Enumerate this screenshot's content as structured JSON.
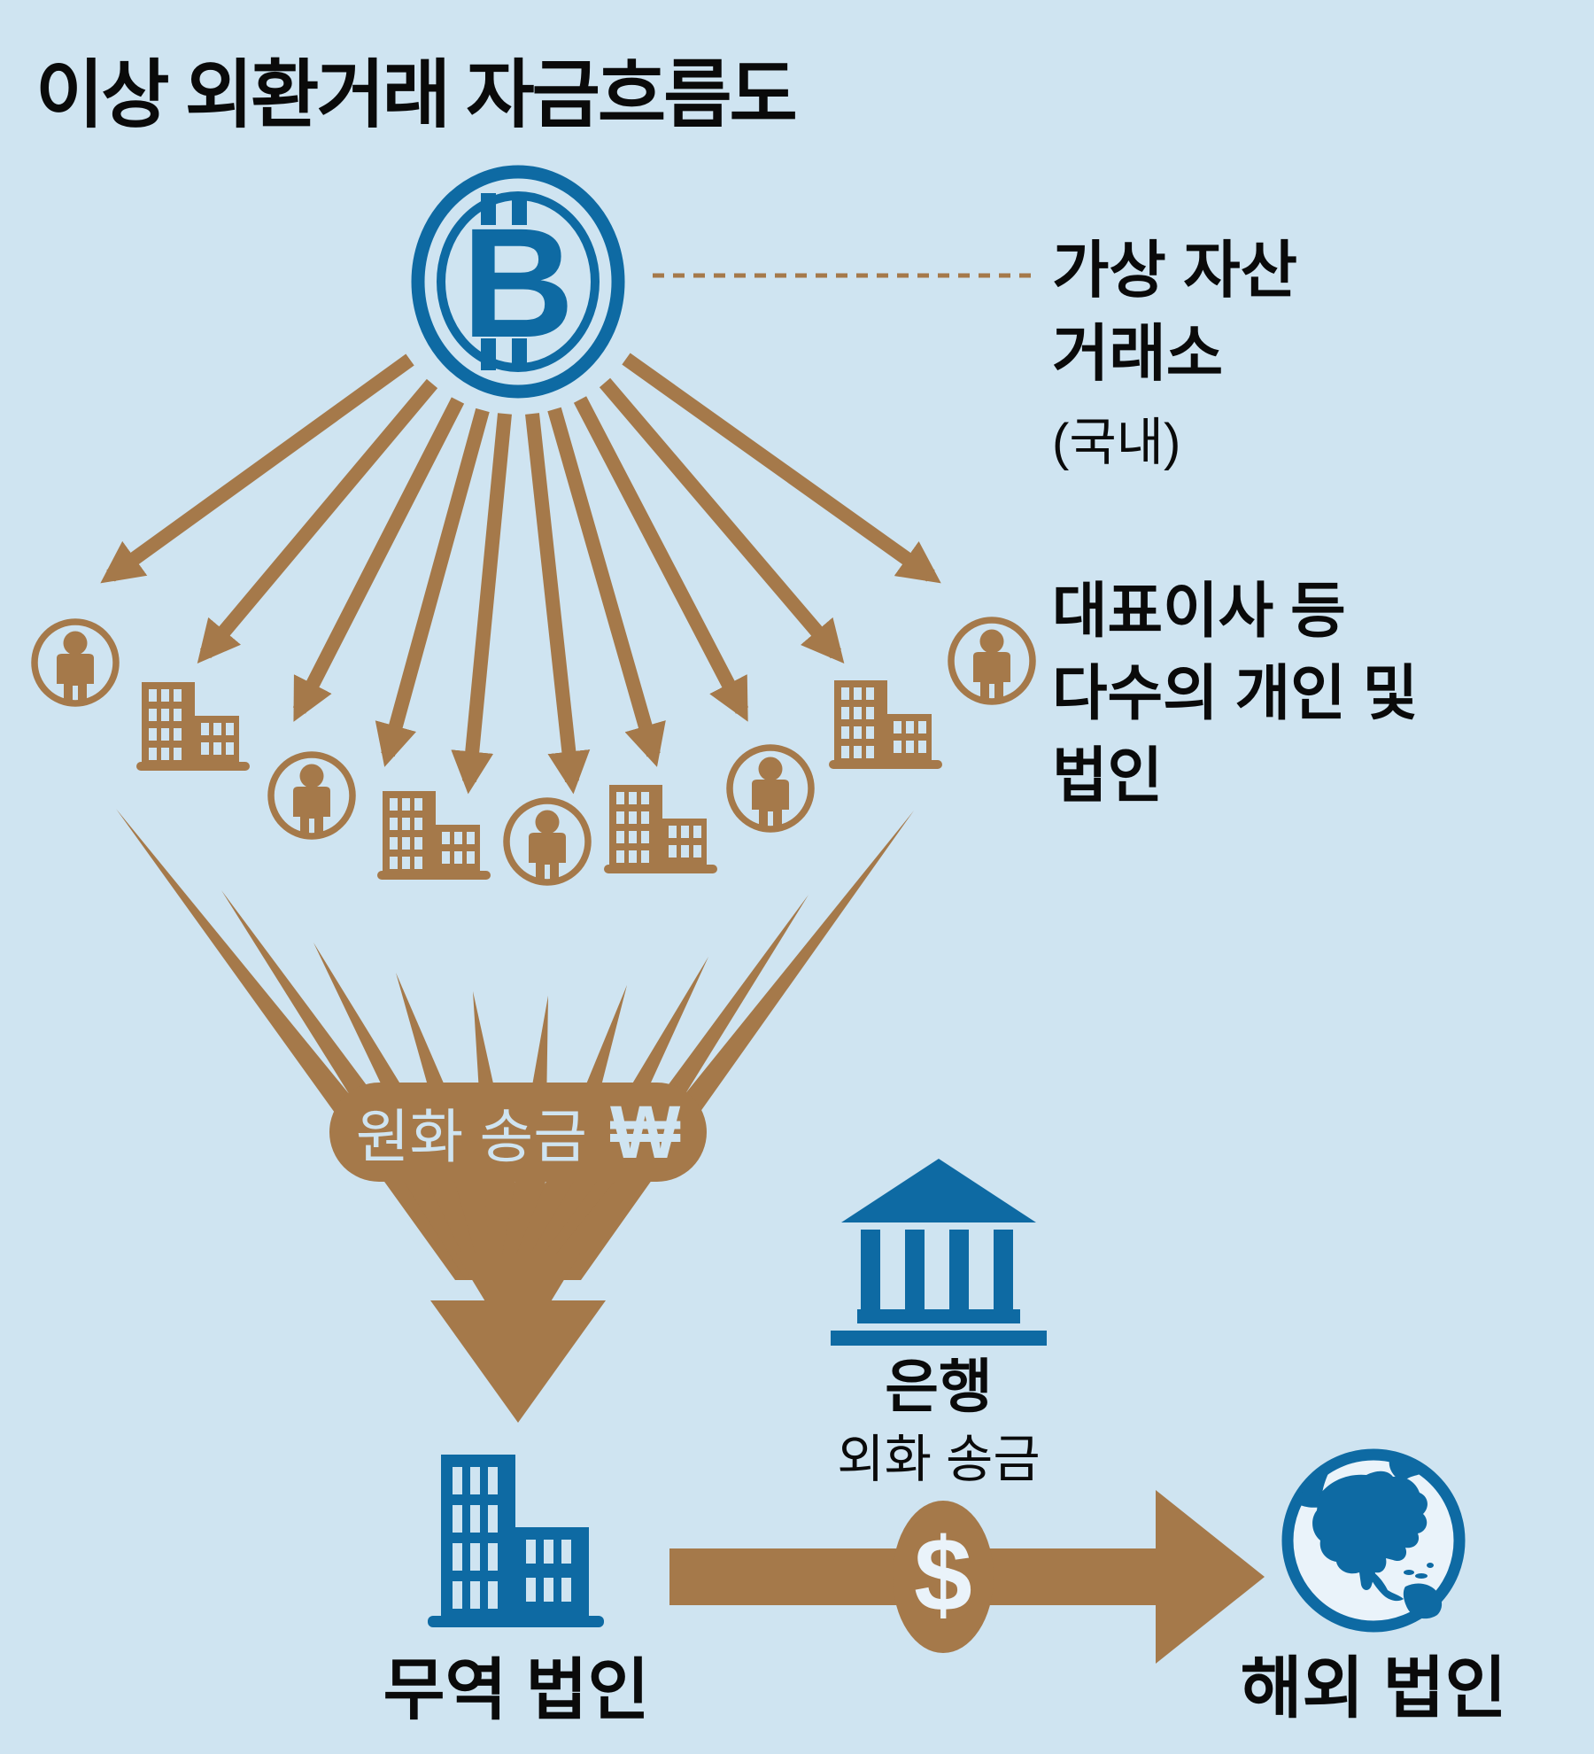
{
  "meta": {
    "title": "이상 외환거래 자금흐름도"
  },
  "colors": {
    "background": "#cfe4f1",
    "flow_brown": "#a5794a",
    "accent_blue": "#0e6aa3",
    "text_black": "#0a0a0a",
    "globe_ocean": "#eaf3fa"
  },
  "icons": {
    "bitcoin": "bitcoin-coin-double-ring",
    "person": "person-in-circle",
    "building": "office-building",
    "bank": "bank-columns-pediment",
    "dollar_badge": "dollar-ellipse",
    "globe": "globe-americas"
  },
  "nodes": {
    "crypto_exchange": {
      "symbol_letter": "B",
      "label_lines": [
        "가상 자산",
        "거래소"
      ],
      "sublabel": "(국내)"
    },
    "recipients": {
      "label_lines": [
        "대표이사 등",
        "다수의 개인 및",
        "법인"
      ]
    },
    "won_transfer": {
      "label": "원화 송금",
      "currency_symbol": "₩"
    },
    "bank": {
      "label": "은행",
      "sublabel": "외화 송금",
      "currency_symbol": "$"
    },
    "trading_company": {
      "label": "무역 법인"
    },
    "overseas_company": {
      "label": "해외 법인"
    }
  }
}
